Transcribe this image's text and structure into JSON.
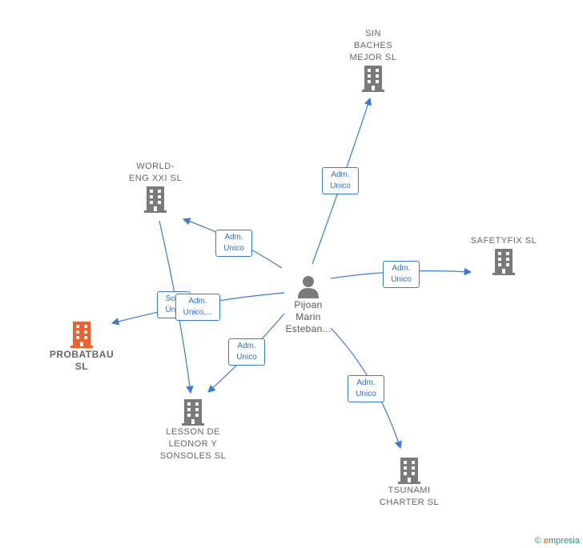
{
  "center": {
    "label": "Pijoan\nMarin\nEsteban..."
  },
  "companies": [
    {
      "id": "sinbaches",
      "label": "SIN\nBACHES\nMEJOR  SL"
    },
    {
      "id": "worldeng",
      "label": "WORLD-\nENG XXI  SL"
    },
    {
      "id": "safetyfix",
      "label": "SAFETYFIX  SL"
    },
    {
      "id": "probatbau",
      "label": "PROBATBAU\nSL"
    },
    {
      "id": "lesson",
      "label": "LESSON DE\nLEONOR Y\nSONSOLES SL"
    },
    {
      "id": "tsunami",
      "label": "TSUNAMI\nCHARTER  SL"
    }
  ],
  "edge_labels": [
    {
      "id": "e-sinbaches",
      "text": "Adm.\nUnico"
    },
    {
      "id": "e-worldeng",
      "text": "Adm.\nUnico"
    },
    {
      "id": "e-safetyfix",
      "text": "Adm.\nUnico"
    },
    {
      "id": "e-probatbau-back",
      "text": "So...\nÚn..."
    },
    {
      "id": "e-probatbau",
      "text": "Adm.\nUnico,..."
    },
    {
      "id": "e-lesson",
      "text": "Adm.\nUnico"
    },
    {
      "id": "e-tsunami",
      "text": "Adm.\nUnico"
    }
  ],
  "colors": {
    "edge": "#3a7bd5",
    "building": "#7a7a7a",
    "highlight": "#f0602d"
  },
  "footer": {
    "copyright": "©",
    "brand_initial": "e",
    "brand_rest": "mpresia"
  }
}
